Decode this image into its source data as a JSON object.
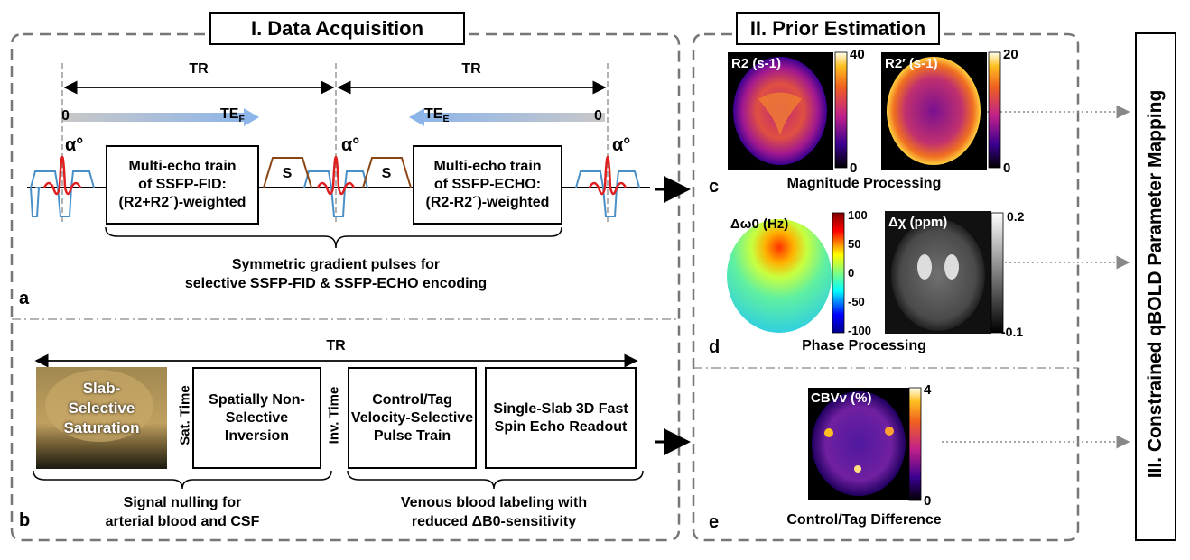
{
  "sections": {
    "acquisition_title": "I. Data Acquisition",
    "prior_title": "II. Prior Estimation",
    "mapping_title": "III. Constrained qBOLD Parameter Mapping"
  },
  "panel_a": {
    "tr_left": "TR",
    "tr_right": "TR",
    "zero_left": "0",
    "zero_right": "0",
    "te_f": "TE",
    "te_f_sub": "F",
    "te_e": "TE",
    "te_e_sub": "E",
    "flip_angle": "α°",
    "box_fid_line1": "Multi-echo train",
    "box_fid_line2": "of SSFP-FID:",
    "box_fid_line3": "(R2+R2´)-weighted",
    "box_echo_line1": "Multi-echo train",
    "box_echo_line2": "of SSFP-ECHO:",
    "box_echo_line3": "(R2-R2´)-weighted",
    "spoiler_label": "S",
    "caption_line1": "Symmetric gradient pulses for",
    "caption_line2": "selective SSFP-FID & SSFP-ECHO encoding",
    "letter": "a"
  },
  "panel_b": {
    "tr": "TR",
    "slab_text": "Slab-Selective Saturation",
    "sat_time": "Sat. Time",
    "inversion": "Spatially Non-Selective Inversion",
    "inv_time": "Inv. Time",
    "velocity": "Control/Tag Velocity-Selective Pulse Train",
    "readout": "Single-Slab 3D Fast Spin Echo Readout",
    "caption_left_line1": "Signal nulling for",
    "caption_left_line2": "arterial blood and CSF",
    "caption_right_line1": "Venous blood labeling with",
    "caption_right_line2": "reduced ΔB0-sensitivity",
    "letter": "b"
  },
  "panel_c": {
    "r2_label": "R2 (s-1)",
    "r2_max": "40",
    "r2_min": "0",
    "r2p_label": "R2′ (s-1)",
    "r2p_max": "20",
    "r2p_min": "0",
    "caption": "Magnitude Processing",
    "letter": "c"
  },
  "panel_d": {
    "dw_label": "Δω0 (Hz)",
    "dw_ticks": [
      "100",
      "50",
      "0",
      "-50",
      "-100"
    ],
    "chi_label": "Δχ (ppm)",
    "chi_max": "0.2",
    "chi_min": "-0.1",
    "caption": "Phase Processing",
    "letter": "d"
  },
  "panel_e": {
    "cbv_label": "CBVv (%)",
    "cbv_max": "4",
    "cbv_min": "0",
    "caption": "Control/Tag Difference",
    "letter": "e"
  },
  "colors": {
    "rf_pulse": "#e02020",
    "gradient": "#4a90c8",
    "spoiler": "#8b4513",
    "te_bar": "#b8c8e0",
    "te_arrow": "#6a9ad8",
    "dashed_frame": "#777777"
  }
}
